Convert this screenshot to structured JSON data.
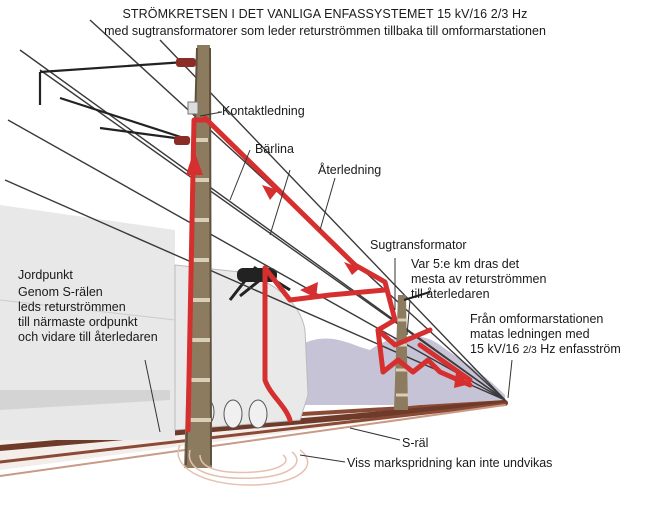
{
  "title": {
    "line1": "STRÖMKRETSEN I DET VANLIGA ENFASSYSTEMET 15 kV/16 2/3 Hz",
    "line2": "med sugtransformatorer som leder returströmmen tillbaka till omformarstationen"
  },
  "labels": {
    "kontaktledning": "Kontaktledning",
    "barlina": "Bärlina",
    "aterledning": "Återledning",
    "sugtransformator": "Sugtransformator",
    "var5km": [
      "Var 5:e km dras det",
      "mesta av returströmmen",
      "till återledaren"
    ],
    "jordpunkt": "Jordpunkt",
    "genom": [
      "Genom S-rälen",
      "leds returströmmen",
      "till närmaste ordpunkt",
      "och vidare till återledaren"
    ],
    "fran": [
      "Från omformarstationen",
      "matas ledningen med"
    ],
    "fran_line3_a": "15 kV/16 ",
    "fran_line3_frac": "2/3",
    "fran_line3_b": " Hz enfasström",
    "s_ral": "S-räl",
    "viss": "Viss markspridning kan inte undvikas"
  },
  "colors": {
    "current": "#d62f2f",
    "pole": "#8c7b5e",
    "wire": "#3a3a3a",
    "train": "#e6e6e6",
    "rail": "#6e3a2a",
    "haze": "#b9b6cc"
  }
}
